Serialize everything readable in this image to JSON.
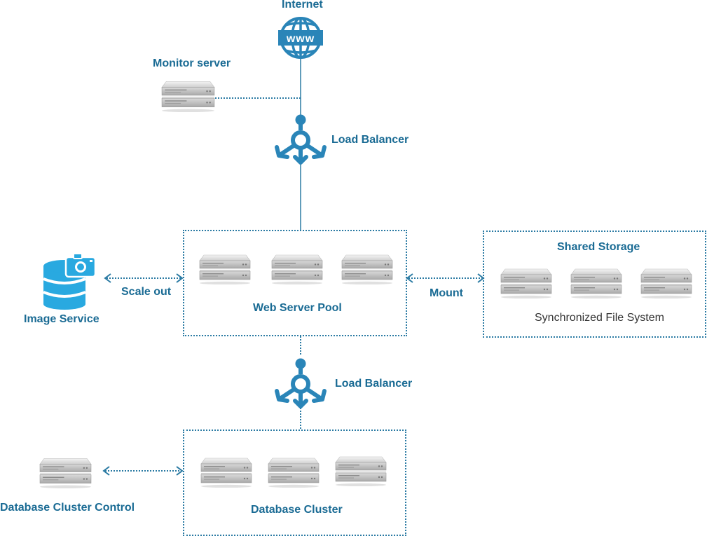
{
  "colors": {
    "accent": "#1a6b94",
    "line": "#2a7aa3",
    "icon_blue": "#2a85b8",
    "image_service_blue": "#29a9e0",
    "server_gray": "#b8b8b8"
  },
  "nodes": {
    "internet": {
      "label": "Internet",
      "icon": "globe-www-icon"
    },
    "monitor_server": {
      "label": "Monitor server",
      "icon": "server-icon"
    },
    "load_balancer_top": {
      "label": "Load Balancer",
      "icon": "load-balancer-icon"
    },
    "web_server_pool": {
      "label": "Web Server Pool",
      "icon": "server-icon",
      "server_count": 3
    },
    "image_service": {
      "label": "Image Service",
      "icon": "database-camera-icon"
    },
    "shared_storage": {
      "title": "Shared Storage",
      "subtitle": "Synchronized File System",
      "icon": "server-icon",
      "server_count": 3
    },
    "load_balancer_bottom": {
      "label": "Load Balancer",
      "icon": "load-balancer-icon"
    },
    "database_cluster": {
      "label": "Database Cluster",
      "icon": "server-icon",
      "server_count": 3
    },
    "database_cluster_control": {
      "label": "Database Cluster Control",
      "icon": "server-icon"
    }
  },
  "edges": {
    "scale_out": {
      "label": "Scale out"
    },
    "mount": {
      "label": "Mount"
    }
  }
}
